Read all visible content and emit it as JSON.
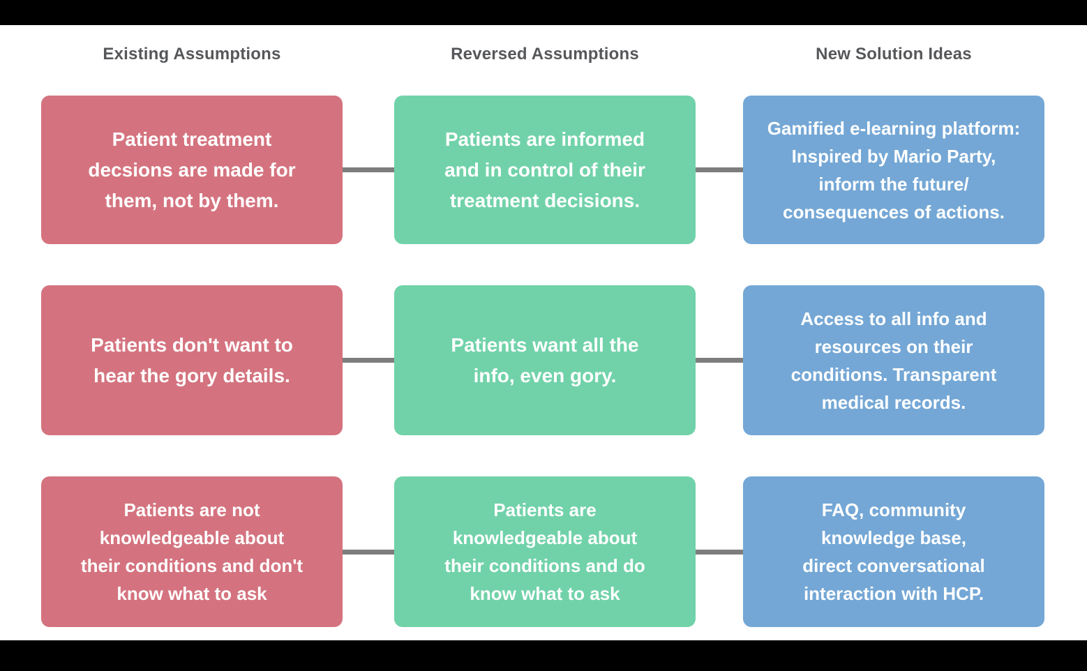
{
  "columns": [
    {
      "header": "Existing Assumptions",
      "color": "#d4737f"
    },
    {
      "header": "Reversed Assumptions",
      "color": "#71d2a9"
    },
    {
      "header": "New Solution Ideas",
      "color": "#74a7d5"
    }
  ],
  "connector_color": "#7d7d7d",
  "header_text_color": "#56575a",
  "box_text_color": "#ffffff",
  "letterbox_color": "#000000",
  "rows": [
    {
      "existing": "Patient treatment\ndecsions are made for\nthem, not by them.",
      "reversed": "Patients are informed\nand in control of their\ntreatment decisions.",
      "idea": "Gamified e-learning platform:\nInspired by Mario Party,\ninform the future/\nconsequences of actions."
    },
    {
      "existing": "Patients don't want to\nhear the gory details.",
      "reversed": "Patients want all the\ninfo, even gory.",
      "idea": "Access to all info and\nresources on their\nconditions. Transparent\nmedical records."
    },
    {
      "existing": "Patients are not\nknowledgeable about\ntheir conditions and don't\nknow what to ask",
      "reversed": "Patients are\nknowledgeable about\ntheir conditions and do\nknow what to ask",
      "idea": "FAQ, community\nknowledge base,\ndirect conversational\ninteraction with HCP."
    }
  ]
}
